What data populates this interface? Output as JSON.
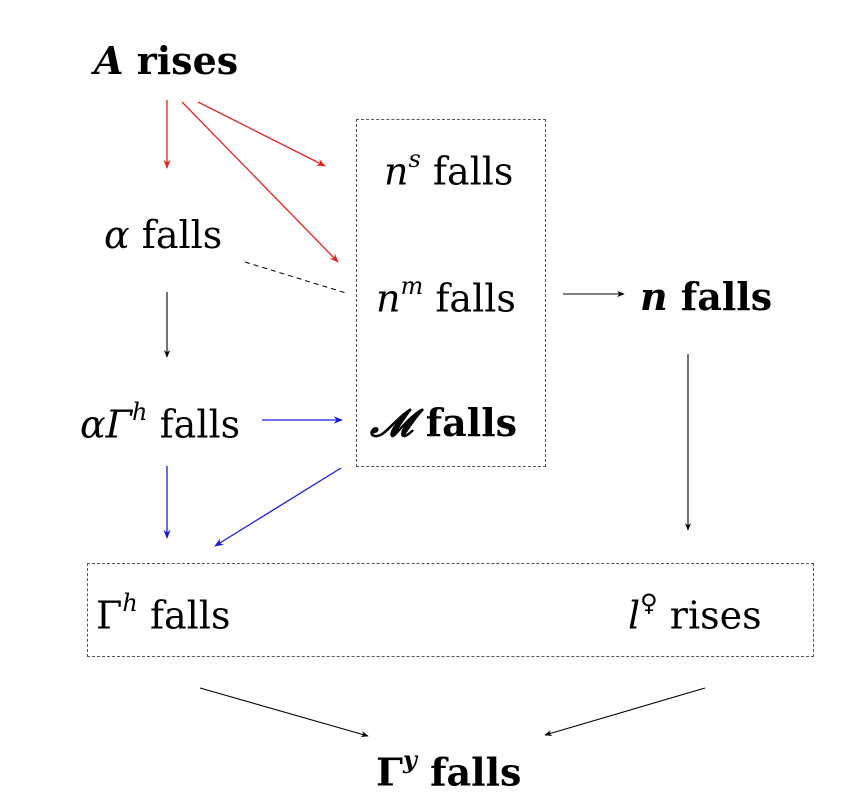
{
  "colors": {
    "red": "#e0261b",
    "blue": "#1a1adf",
    "black": "#000000",
    "box_border": "#555555"
  },
  "nodes": {
    "a_rises": {
      "symbol": "A",
      "sup": "",
      "text": "rises"
    },
    "alpha": {
      "symbol": "α",
      "sup": "",
      "text": "falls"
    },
    "alpha_gh": {
      "symbol": "αΓ",
      "sup": "h",
      "text": "falls"
    },
    "ns": {
      "symbol": "n",
      "sup": "s",
      "text": "falls"
    },
    "nm": {
      "symbol": "n",
      "sup": "m",
      "text": "falls"
    },
    "M": {
      "symbol": "𝓜",
      "sup": "",
      "text": "falls"
    },
    "n": {
      "symbol": "n",
      "sup": "",
      "text": "falls"
    },
    "gh": {
      "symbol": "Γ",
      "sup": "h",
      "text": "falls"
    },
    "l": {
      "symbol": "l",
      "sup": "♀",
      "text": "rises"
    },
    "gy": {
      "symbol": "Γ",
      "sup": "y",
      "text": "falls"
    }
  },
  "edges": [
    {
      "from": "a_rises",
      "to": "alpha",
      "color": "red"
    },
    {
      "from": "a_rises",
      "to": "ns",
      "color": "red"
    },
    {
      "from": "a_rises",
      "to": "nm",
      "color": "red"
    },
    {
      "from": "alpha",
      "to": "nm",
      "color": "black",
      "style": "dashed",
      "arrow": false
    },
    {
      "from": "alpha",
      "to": "alpha_gh",
      "color": "black"
    },
    {
      "from": "alpha_gh",
      "to": "M",
      "color": "blue"
    },
    {
      "from": "alpha_gh",
      "to": "gh",
      "color": "blue"
    },
    {
      "from": "M",
      "to": "gh",
      "color": "blue"
    },
    {
      "from": "nm",
      "to": "n",
      "color": "black"
    },
    {
      "from": "n",
      "to": "l",
      "color": "black"
    },
    {
      "from": "gh",
      "to": "gy",
      "color": "black"
    },
    {
      "from": "l",
      "to": "gy",
      "color": "black"
    }
  ]
}
